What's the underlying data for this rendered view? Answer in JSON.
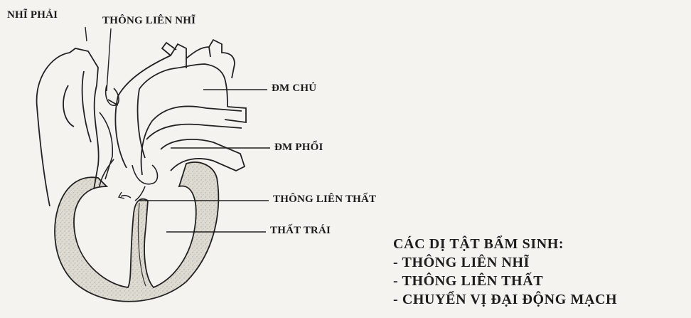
{
  "labels": {
    "right_atrium": "NHĨ PHẢI",
    "atrial_septal_defect": "THÔNG LIÊN NHĨ",
    "aorta": "ĐM CHỦ",
    "pulmonary_artery": "ĐM PHỔI",
    "ventricular_septal_defect": "THÔNG LIÊN THẤT",
    "left_ventricle": "THẤT TRÁI"
  },
  "caption": {
    "title": "CÁC DỊ TẬT BẨM SINH:",
    "items": [
      "- THÔNG LIÊN NHĨ",
      "- THÔNG LIÊN THẤT",
      "- CHUYỂN VỊ ĐẠI ĐỘNG MẠCH"
    ]
  }
}
